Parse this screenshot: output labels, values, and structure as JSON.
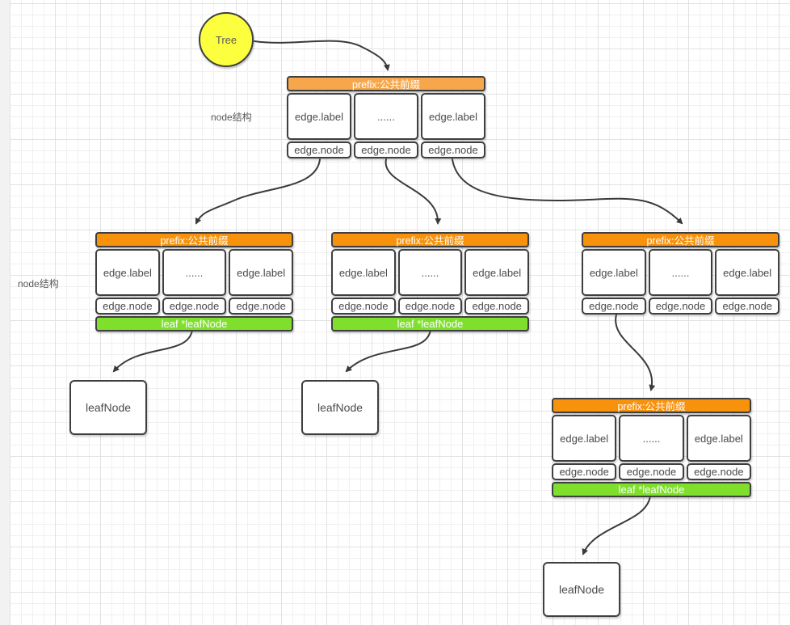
{
  "diagram": {
    "root": {
      "label": "Tree"
    },
    "annotations": [
      {
        "text": "node结构"
      },
      {
        "text": "node结构"
      }
    ],
    "nodes": [
      {
        "header": "prefix:公共前缀",
        "label_cells": [
          "edge.label",
          "......",
          "edge.label"
        ],
        "node_cells": [
          "edge.node",
          "edge.node",
          "edge.node"
        ]
      },
      {
        "header": "prefix:公共前缀",
        "label_cells": [
          "edge.label",
          "......",
          "edge.label"
        ],
        "node_cells": [
          "edge.node",
          "edge.node",
          "edge.node"
        ],
        "leaf_row": "leaf *leafNode"
      },
      {
        "header": "prefix:公共前缀",
        "label_cells": [
          "edge.label",
          "......",
          "edge.label"
        ],
        "node_cells": [
          "edge.node",
          "edge.node",
          "edge.node"
        ],
        "leaf_row": "leaf *leafNode"
      },
      {
        "header": "prefix:公共前缀",
        "label_cells": [
          "edge.label",
          "......",
          "edge.label"
        ],
        "node_cells": [
          "edge.node",
          "edge.node",
          "edge.node"
        ]
      },
      {
        "header": "prefix:公共前缀",
        "label_cells": [
          "edge.label",
          "......",
          "edge.label"
        ],
        "node_cells": [
          "edge.node",
          "edge.node",
          "edge.node"
        ],
        "leaf_row": "leaf *leafNode"
      }
    ],
    "leaves": [
      {
        "label": "leafNode"
      },
      {
        "label": "leafNode"
      },
      {
        "label": "leafNode"
      }
    ],
    "colors": {
      "root_header_orange": "#f7a74b",
      "child_header_orange": "#f8920d",
      "leaf_row_green": "#7ee02d",
      "root_circle_yellow": "#fcff3d",
      "shape_border": "#3f3f3f",
      "cell_text": "#4a4a4a",
      "header_text": "#ffffff",
      "annotation_text": "#5a5a5a"
    }
  }
}
